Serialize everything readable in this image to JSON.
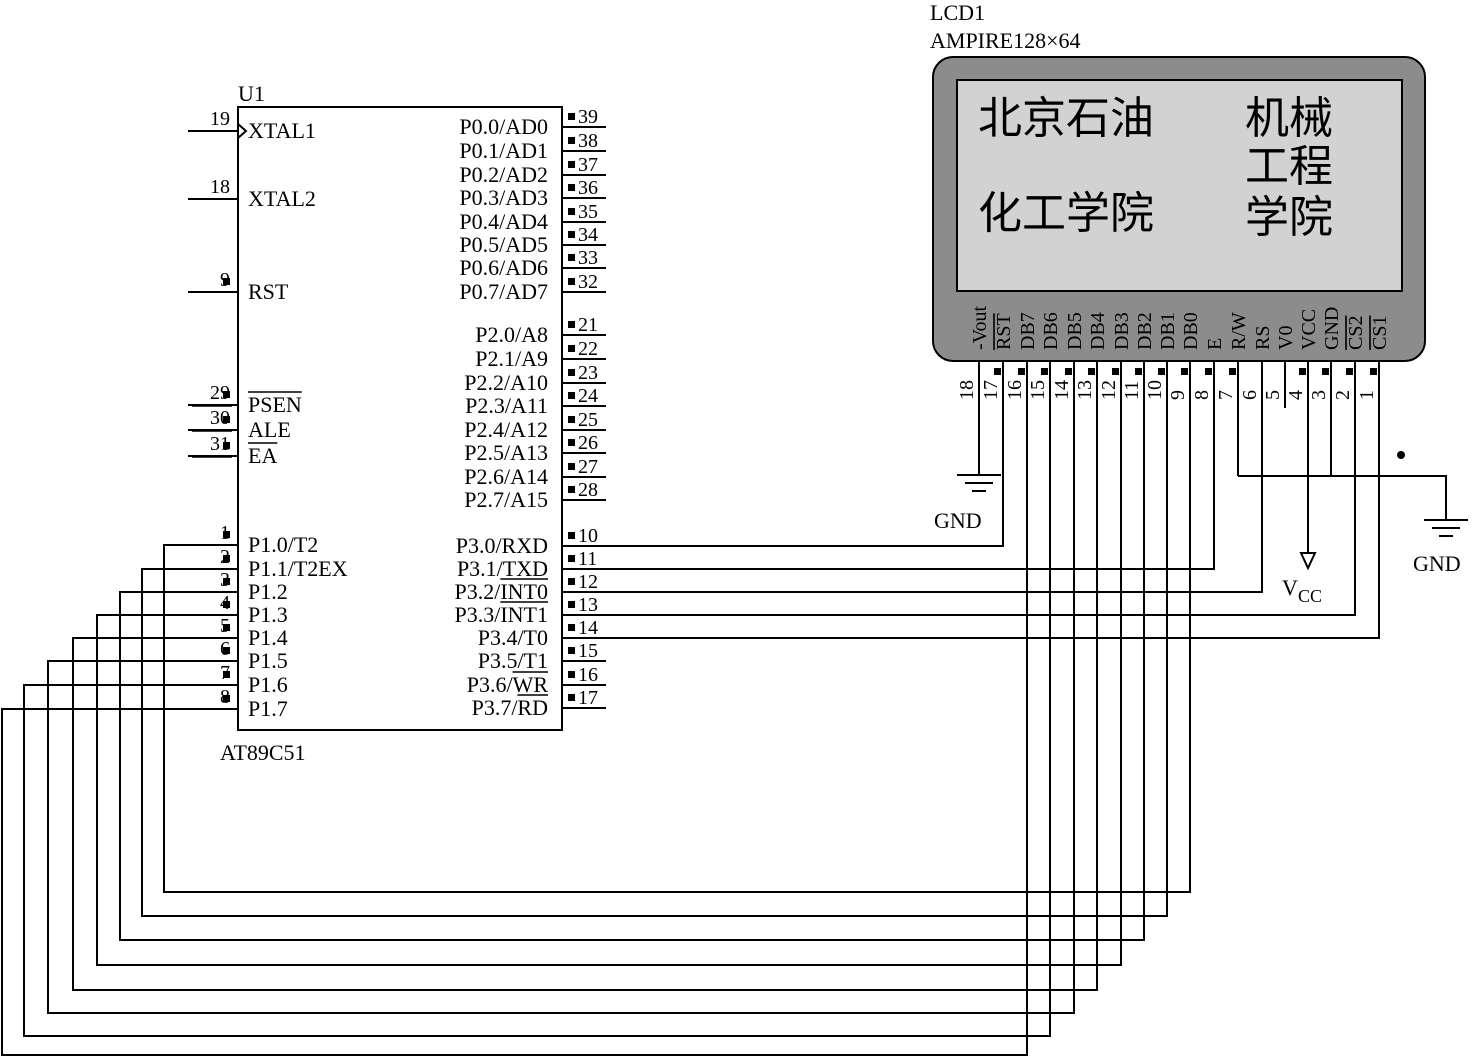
{
  "mcu": {
    "ref": "U1",
    "part": "AT89C51",
    "left_pins": [
      {
        "num": "19",
        "name": "XTAL1",
        "clock": true
      },
      {
        "num": "18",
        "name": "XTAL2"
      },
      {
        "num": "9",
        "name": "RST"
      },
      {
        "num": "29",
        "name": "PSEN",
        "overbar": true
      },
      {
        "num": "30",
        "name": "ALE"
      },
      {
        "num": "31",
        "name": "EA",
        "overbar": true
      },
      {
        "num": "1",
        "name": "P1.0/T2"
      },
      {
        "num": "2",
        "name": "P1.1/T2EX"
      },
      {
        "num": "3",
        "name": "P1.2"
      },
      {
        "num": "4",
        "name": "P1.3"
      },
      {
        "num": "5",
        "name": "P1.4"
      },
      {
        "num": "6",
        "name": "P1.5"
      },
      {
        "num": "7",
        "name": "P1.6"
      },
      {
        "num": "8",
        "name": "P1.7"
      }
    ],
    "right_pins": [
      {
        "num": "39",
        "name": "P0.0/AD0"
      },
      {
        "num": "38",
        "name": "P0.1/AD1"
      },
      {
        "num": "37",
        "name": "P0.2/AD2"
      },
      {
        "num": "36",
        "name": "P0.3/AD3"
      },
      {
        "num": "35",
        "name": "P0.4/AD4"
      },
      {
        "num": "34",
        "name": "P0.5/AD5"
      },
      {
        "num": "33",
        "name": "P0.6/AD6"
      },
      {
        "num": "32",
        "name": "P0.7/AD7"
      },
      {
        "num": "21",
        "name": "P2.0/A8"
      },
      {
        "num": "22",
        "name": "P2.1/A9"
      },
      {
        "num": "23",
        "name": "P2.2/A10"
      },
      {
        "num": "24",
        "name": "P2.3/A11"
      },
      {
        "num": "25",
        "name": "P2.4/A12"
      },
      {
        "num": "26",
        "name": "P2.5/A13"
      },
      {
        "num": "27",
        "name": "P2.6/A14"
      },
      {
        "num": "28",
        "name": "P2.7/A15"
      },
      {
        "num": "10",
        "name": "P3.0/RXD"
      },
      {
        "num": "11",
        "name": "P3.1/TXD"
      },
      {
        "num": "12",
        "name": "P3.2/INT0",
        "overbar_part": "INT0"
      },
      {
        "num": "13",
        "name": "P3.3/INT1",
        "overbar_part": "INT1"
      },
      {
        "num": "14",
        "name": "P3.4/T0"
      },
      {
        "num": "15",
        "name": "P3.5/T1"
      },
      {
        "num": "16",
        "name": "P3.6/WR",
        "overbar_part": "WR"
      },
      {
        "num": "17",
        "name": "P3.7/RD",
        "overbar_part": "RD"
      }
    ]
  },
  "lcd": {
    "ref": "LCD1",
    "part": "AMPIRE128×64",
    "screen_text": [
      "北京石油",
      "机械",
      "工程",
      "化工学院",
      "学院"
    ],
    "pins": [
      {
        "num": "18",
        "name": "-Vout"
      },
      {
        "num": "17",
        "name": "RST",
        "overbar": true
      },
      {
        "num": "16",
        "name": "DB7"
      },
      {
        "num": "15",
        "name": "DB6"
      },
      {
        "num": "14",
        "name": "DB5"
      },
      {
        "num": "13",
        "name": "DB4"
      },
      {
        "num": "12",
        "name": "DB3"
      },
      {
        "num": "11",
        "name": "DB2"
      },
      {
        "num": "10",
        "name": "DB1"
      },
      {
        "num": "9",
        "name": "DB0"
      },
      {
        "num": "8",
        "name": "E"
      },
      {
        "num": "7",
        "name": "R/W"
      },
      {
        "num": "6",
        "name": "RS"
      },
      {
        "num": "5",
        "name": "V0"
      },
      {
        "num": "4",
        "name": "VCC"
      },
      {
        "num": "3",
        "name": "GND"
      },
      {
        "num": "2",
        "name": "CS2",
        "overbar": true
      },
      {
        "num": "1",
        "name": "CS1",
        "overbar": true
      }
    ]
  },
  "power": {
    "gnd_label": "GND",
    "vcc_label": "V",
    "vcc_subscript": "CC"
  },
  "colors": {
    "line": "#000000",
    "lcd_frame": "#8c8c8c",
    "lcd_screen": "#d2d2d2",
    "background": "#ffffff"
  }
}
